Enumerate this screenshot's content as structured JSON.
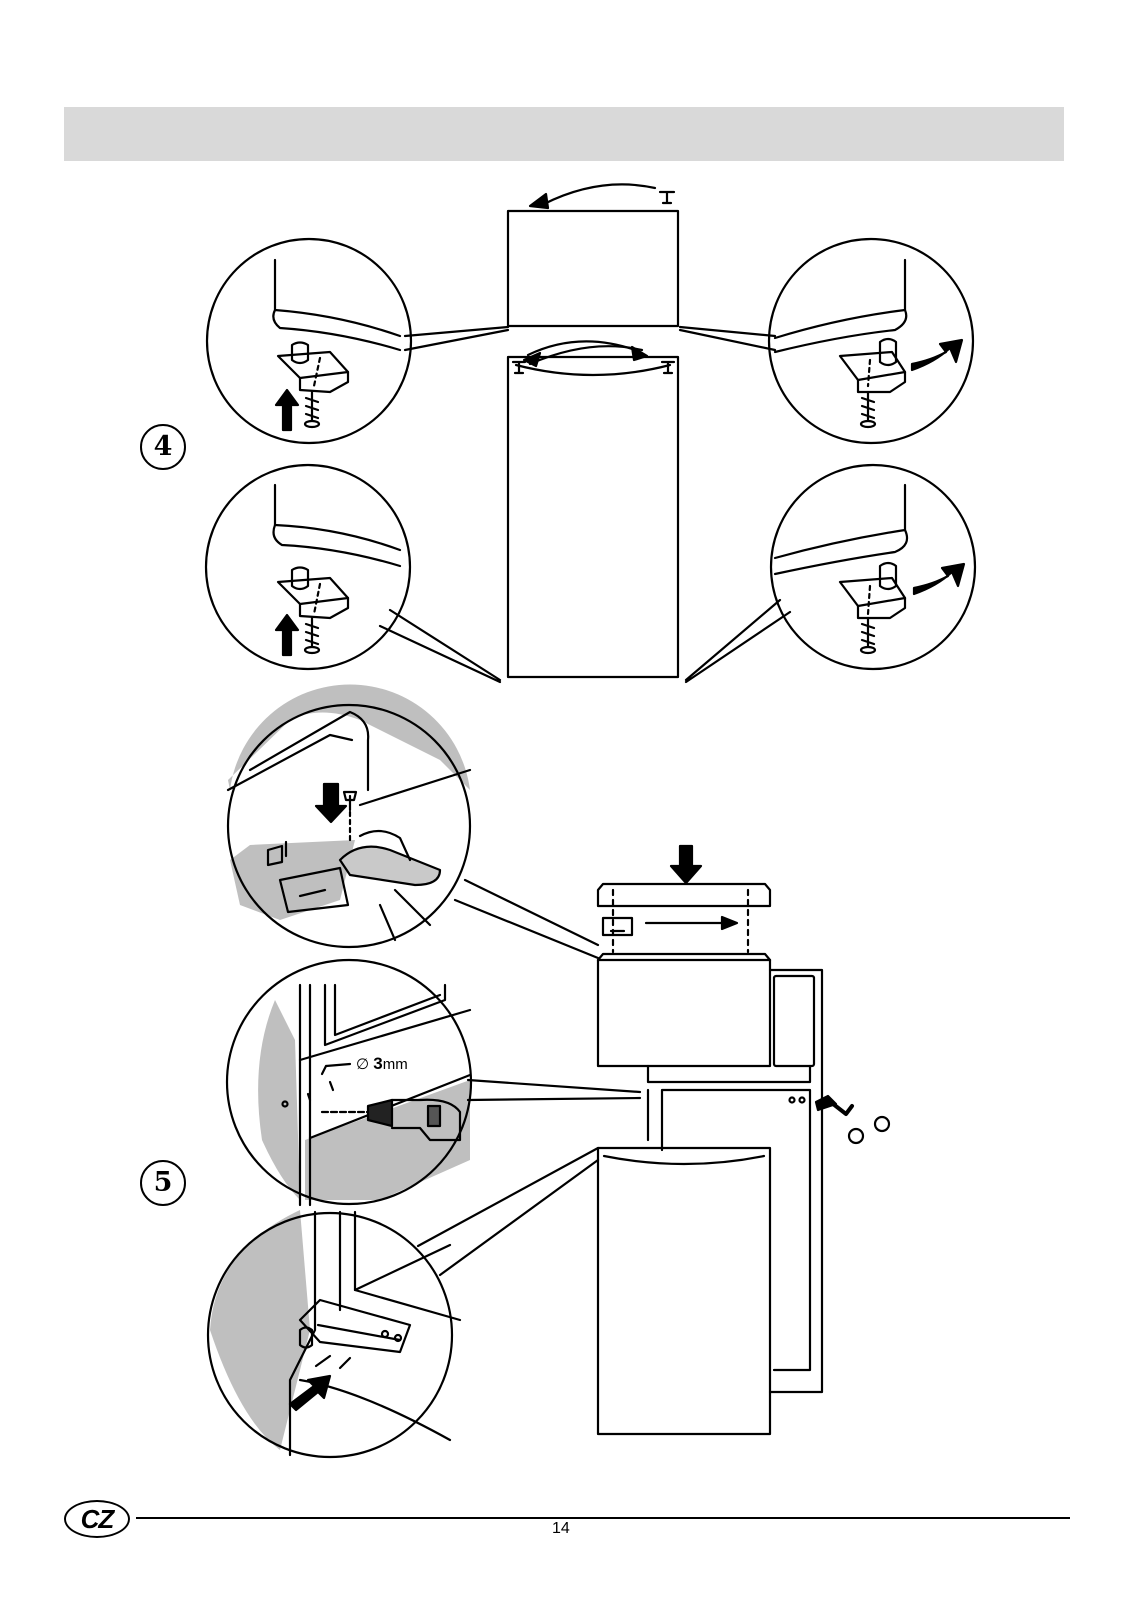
{
  "section_header": {
    "text": ""
  },
  "steps": [
    {
      "number": "4"
    },
    {
      "number": "5"
    }
  ],
  "drill_spec": {
    "symbol": "∅",
    "size": "3",
    "unit": "mm"
  },
  "footer": {
    "language_code": "CZ",
    "page_number": "14"
  },
  "icons": [
    "hinge-screw-icon",
    "up-arrow-icon",
    "curved-arrow-icon",
    "down-arrow-icon",
    "drill-icon",
    "cover-cap-icon"
  ]
}
